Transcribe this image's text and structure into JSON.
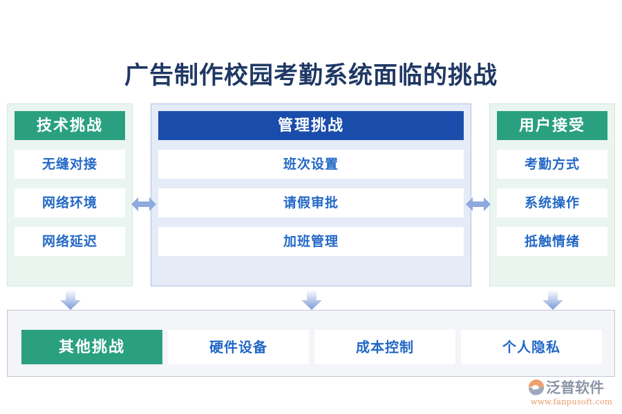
{
  "page": {
    "title": "广告制作校园考勤系统面临的挑战",
    "background_color": "#FFFFFF",
    "title_color": "#1F3864"
  },
  "colors": {
    "green_accent": "#2AA081",
    "blue_accent": "#1A4DAB",
    "item_text": "#2268C6",
    "green_panel_bg": "#EAF5F0",
    "blue_panel_bg": "#E5EBF7",
    "bottom_panel_bg": "#F3F5F8",
    "arrow": "#8EA9DC",
    "logo_text": "#8C96A8",
    "logo_url": "#E89B6B"
  },
  "columns": [
    {
      "key": "technical",
      "header": "技术挑战",
      "theme": "green",
      "items": [
        {
          "label": "无缝对接"
        },
        {
          "label": "网络环境"
        },
        {
          "label": "网络延迟"
        }
      ]
    },
    {
      "key": "management",
      "header": "管理挑战",
      "theme": "blue",
      "items": [
        {
          "label": "班次设置"
        },
        {
          "label": "请假审批"
        },
        {
          "label": "加班管理"
        }
      ]
    },
    {
      "key": "user-acceptance",
      "header": "用户接受",
      "theme": "green",
      "items": [
        {
          "label": "考勤方式"
        },
        {
          "label": "系统操作"
        },
        {
          "label": "抵触情绪"
        }
      ]
    }
  ],
  "bottom": {
    "header": "其他挑战",
    "items": [
      {
        "label": "硬件设备"
      },
      {
        "label": "成本控制"
      },
      {
        "label": "个人隐私"
      }
    ]
  },
  "connectors": {
    "horizontal": [
      {
        "name": "left-right-arrow",
        "icon": "double-arrow-horizontal-icon"
      },
      {
        "name": "right-left-arrow",
        "icon": "double-arrow-horizontal-icon"
      }
    ],
    "vertical": [
      {
        "name": "down-arrow-1",
        "icon": "arrow-down-icon"
      },
      {
        "name": "down-arrow-2",
        "icon": "arrow-down-icon"
      },
      {
        "name": "down-arrow-3",
        "icon": "arrow-down-icon"
      }
    ]
  },
  "logo": {
    "name": "泛普软件",
    "url": "www.fanpusoft.com",
    "mark": "fanpu-swoosh-icon"
  }
}
